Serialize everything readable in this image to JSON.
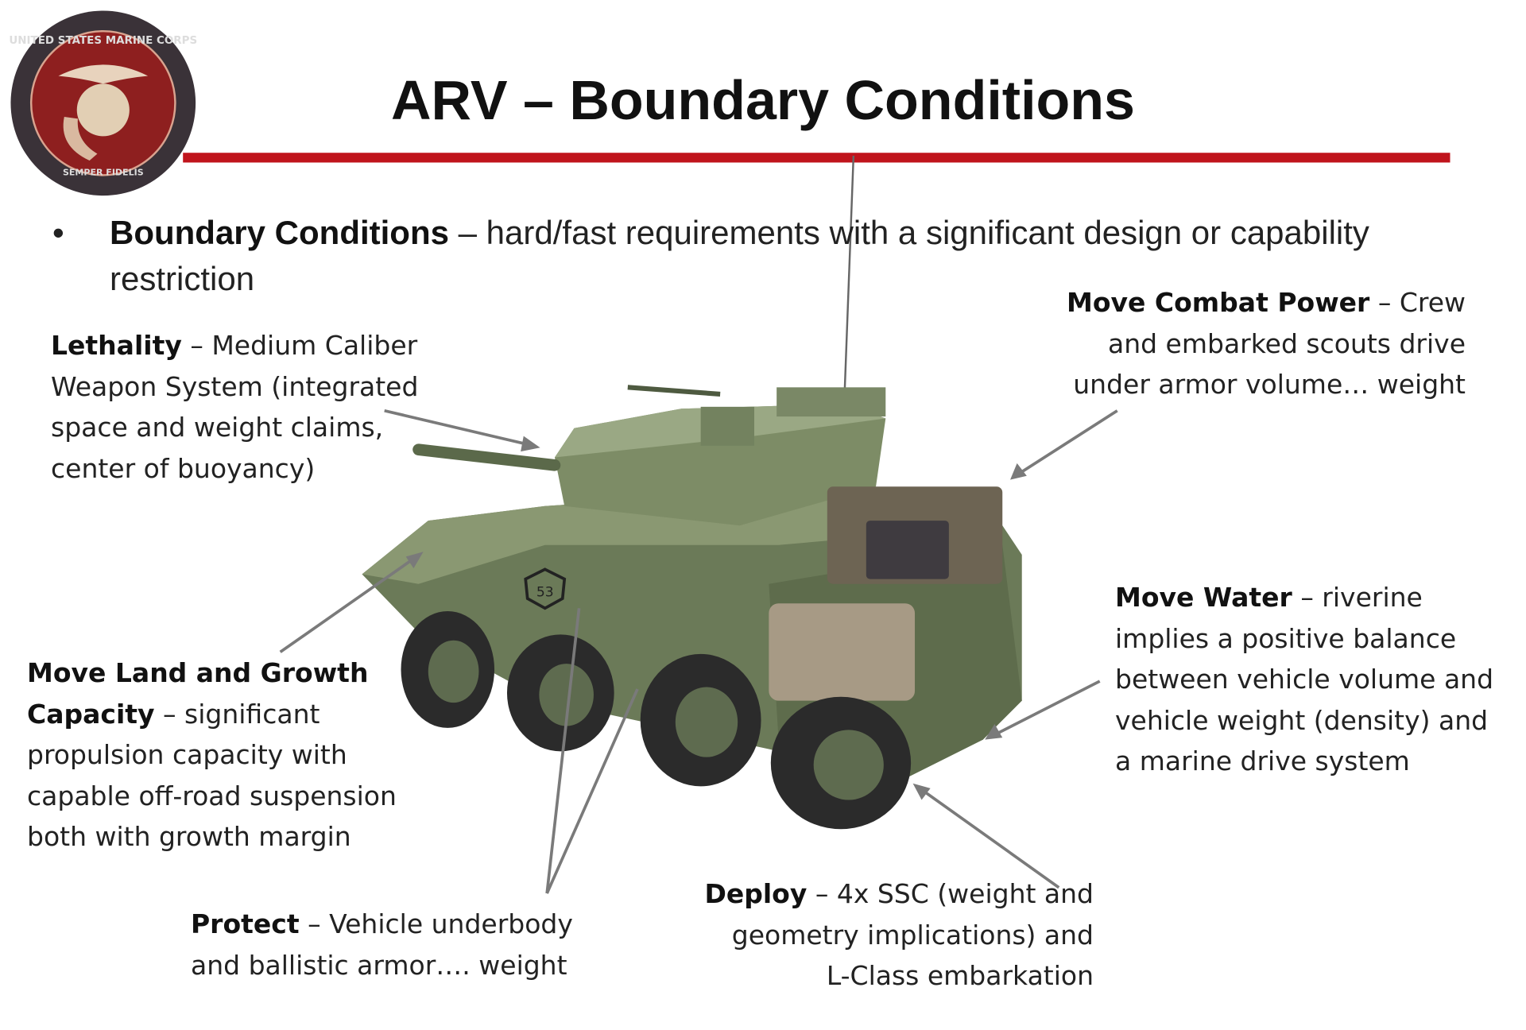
{
  "slide": {
    "title": "ARV – Boundary Conditions",
    "logo_text": "UNITED STATES MARINE CORPS · SEMPER FIDELIS",
    "accent_color": "#c0141c",
    "bullet": {
      "term": "Boundary Conditions",
      "definition": " – hard/fast requirements with a significant design or capability restriction"
    },
    "callouts": {
      "lethality": {
        "term": "Lethality",
        "text": " – Medium Caliber\nWeapon System (integrated\nspace and weight claims,\ncenter of buoyancy)"
      },
      "combat_power": {
        "term": "Move Combat Power",
        "text": " – Crew\nand embarked scouts drive\nunder armor volume… weight"
      },
      "water": {
        "term": "Move Water",
        "text": " – riverine\nimplies a positive balance\nbetween vehicle volume and\nvehicle weight (density) and\na marine drive system"
      },
      "land": {
        "term": "Move Land and Growth\nCapacity",
        "text": "  – significant\npropulsion capacity with\ncapable off-road suspension\nboth with growth margin"
      },
      "protect": {
        "term": "Protect",
        "text": " – Vehicle underbody\nand ballistic armor…. weight"
      },
      "deploy": {
        "term": "Deploy",
        "text": " – 4x SSC (weight and\ngeometry implications) and\nL-Class embarkation"
      }
    },
    "vehicle_marking": "53"
  }
}
